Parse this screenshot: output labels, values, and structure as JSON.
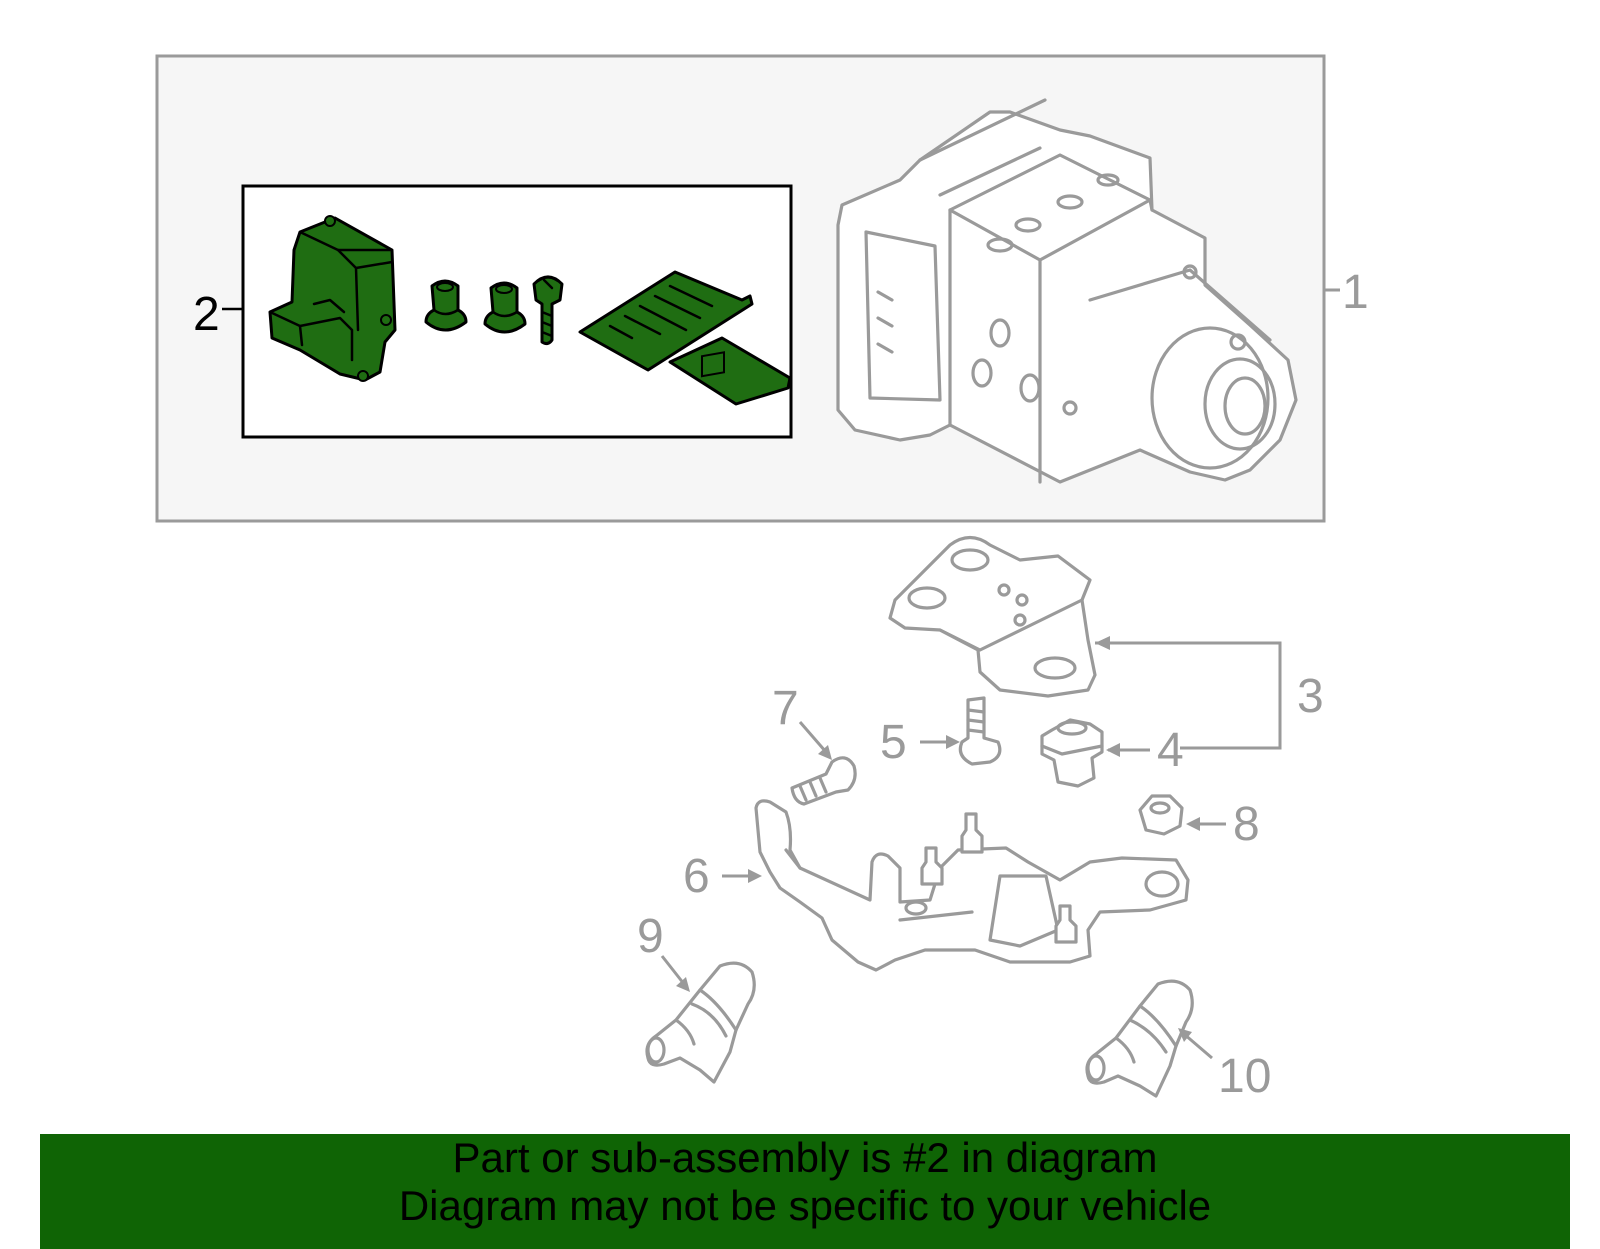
{
  "colors": {
    "banner_bg": "#0f6405",
    "highlight_part": "#1f6d12",
    "assembly_panel": "#f6f6f6",
    "line_gray": "#9a9a9a"
  },
  "callouts": {
    "c1": "1",
    "c2": "2",
    "c3": "3",
    "c4": "4",
    "c5": "5",
    "c6": "6",
    "c7": "7",
    "c8": "8",
    "c9": "9",
    "c10": "10"
  },
  "banner": {
    "line1": "Part or sub-assembly is #2 in diagram",
    "line2": "Diagram may not be specific to your vehicle"
  }
}
